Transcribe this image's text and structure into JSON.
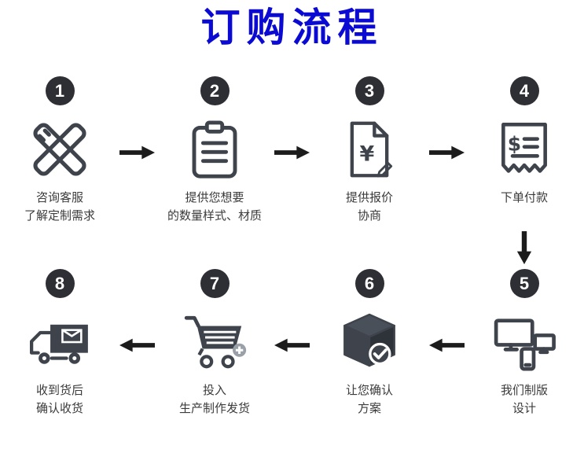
{
  "title": "订购流程",
  "colors": {
    "title_blue": "#0a0ad2",
    "icon_gray": "#3f444c",
    "circle_dark": "#2e2e35",
    "arrow_black": "#1c1c1c"
  },
  "steps": [
    {
      "num": "1",
      "icon": "pen-ruler-icon",
      "caption1": "咨询客服",
      "caption2": "了解定制需求"
    },
    {
      "num": "2",
      "icon": "clipboard-icon",
      "caption1": "提供您想要",
      "caption2": "的数量样式、材质"
    },
    {
      "num": "3",
      "icon": "quotation-document-icon",
      "caption1": "提供报价",
      "caption2": "协商"
    },
    {
      "num": "4",
      "icon": "payment-receipt-icon",
      "caption1": "下单付款",
      "caption2": ""
    },
    {
      "num": "5",
      "icon": "design-devices-icon",
      "caption1": "我们制版",
      "caption2": "设计"
    },
    {
      "num": "6",
      "icon": "package-confirm-icon",
      "caption1": "让您确认",
      "caption2": "方案"
    },
    {
      "num": "7",
      "icon": "shopping-cart-icon",
      "caption1": "投入",
      "caption2": "生产制作发货"
    },
    {
      "num": "8",
      "icon": "delivery-truck-icon",
      "caption1": "收到货后",
      "caption2": "确认收货"
    }
  ]
}
